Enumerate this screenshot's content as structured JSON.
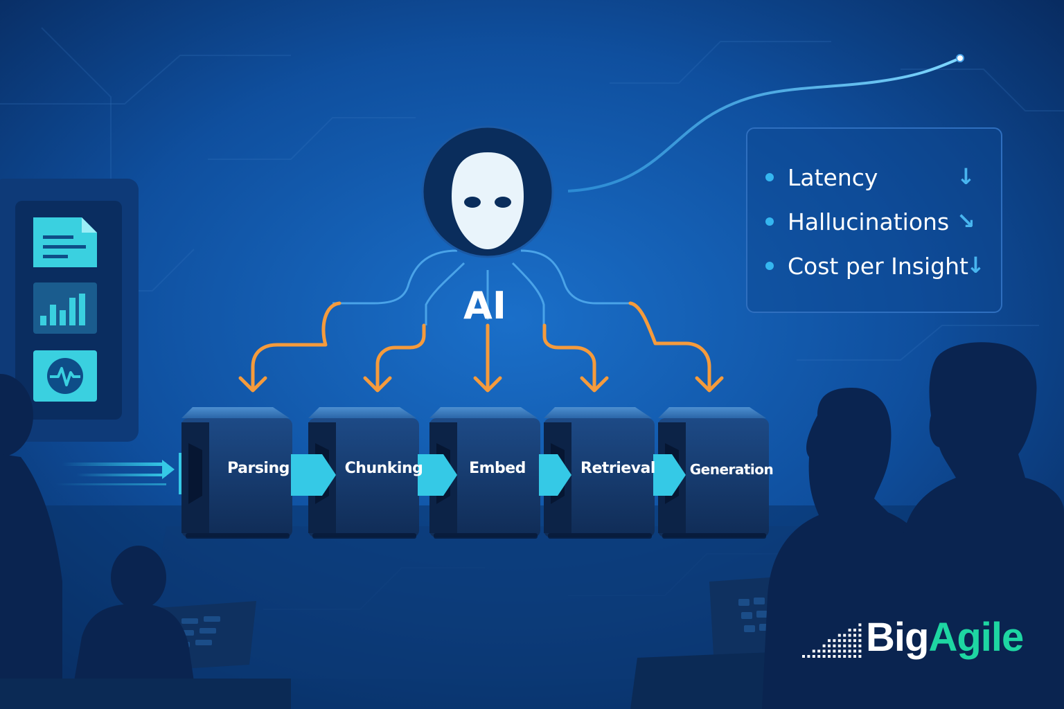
{
  "ai": {
    "label": "AI"
  },
  "pipeline": {
    "stages": [
      {
        "label": "Parsing"
      },
      {
        "label": "Chunking"
      },
      {
        "label": "Embed"
      },
      {
        "label": "Retrieval"
      },
      {
        "label": "Generation"
      }
    ]
  },
  "metrics": {
    "items": [
      {
        "label": "Latency",
        "trend": "down",
        "arrow_icon": "arrow-down-icon"
      },
      {
        "label": "Hallucinations",
        "trend": "down-right",
        "arrow_icon": "arrow-down-right-icon"
      },
      {
        "label": "Cost per Insight",
        "trend": "down",
        "arrow_icon": "arrow-down-icon"
      }
    ]
  },
  "brand": {
    "part1": "Big",
    "part2": "Agile"
  },
  "colors": {
    "background": "#0b3a78",
    "accent_orange": "#f59b3c",
    "accent_cyan": "#35c9e6",
    "brand_green": "#1ed6a2",
    "block": "#163a6e"
  }
}
